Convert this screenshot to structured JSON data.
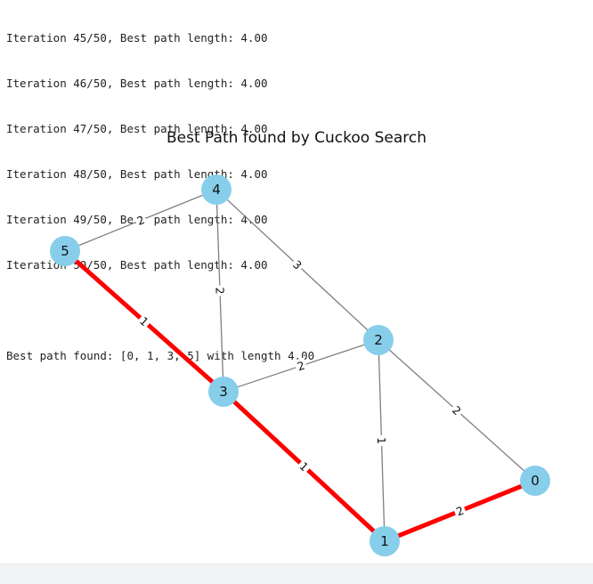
{
  "output_log": [
    "Iteration 45/50, Best path length: 4.00",
    "Iteration 46/50, Best path length: 4.00",
    "Iteration 47/50, Best path length: 4.00",
    "Iteration 48/50, Best path length: 4.00",
    "Iteration 49/50, Best path length: 4.00",
    "Iteration 50/50, Best path length: 4.00"
  ],
  "result_line": "Best path found: [0, 1, 3, 5] with length 4.00",
  "figure": {
    "title": "Best Path found by Cuckoo Search",
    "colors": {
      "node": "#87ceeb",
      "edge": "#808080",
      "best_path": "#ff0000"
    },
    "nodes": [
      {
        "id": "0",
        "label": "0"
      },
      {
        "id": "1",
        "label": "1"
      },
      {
        "id": "2",
        "label": "2"
      },
      {
        "id": "3",
        "label": "3"
      },
      {
        "id": "4",
        "label": "4"
      },
      {
        "id": "5",
        "label": "5"
      }
    ],
    "edges": [
      {
        "from": "5",
        "to": "4",
        "weight": "2",
        "best": false
      },
      {
        "from": "4",
        "to": "3",
        "weight": "2",
        "best": false
      },
      {
        "from": "4",
        "to": "2",
        "weight": "3",
        "best": false
      },
      {
        "from": "3",
        "to": "2",
        "weight": "2",
        "best": false
      },
      {
        "from": "2",
        "to": "1",
        "weight": "1",
        "best": false
      },
      {
        "from": "2",
        "to": "0",
        "weight": "2",
        "best": false
      },
      {
        "from": "5",
        "to": "3",
        "weight": "1",
        "best": true
      },
      {
        "from": "3",
        "to": "1",
        "weight": "1",
        "best": true
      },
      {
        "from": "1",
        "to": "0",
        "weight": "2",
        "best": true
      }
    ]
  }
}
